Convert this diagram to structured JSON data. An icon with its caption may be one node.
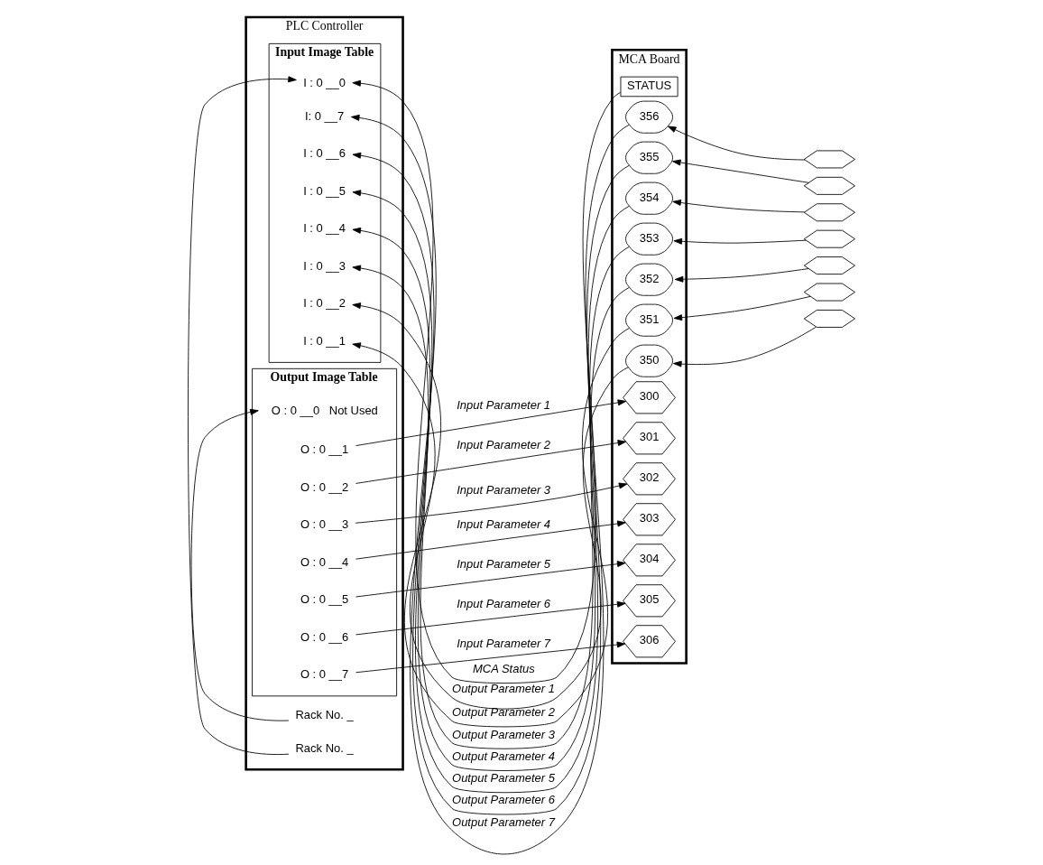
{
  "diagram": {
    "nodes": [
      {
        "text": [
          "PLC Controller"
        ]
      },
      {
        "text": [
          "Output Image Table"
        ],
        "in": 0
      },
      {
        "text": [
          "Rack No. _"
        ],
        "in": 0
      },
      {
        "text": [
          "O : 0 __0"
        ],
        "in": 1,
        "beside": [
          "Not Used"
        ]
      },
      {
        "text": [
          "O : 0 __1"
        ],
        "in": 1
      },
      {
        "text": [
          "O : 0 __2"
        ],
        "in": 1
      },
      {
        "text": [
          "O : 0 __3"
        ],
        "in": 1
      },
      {
        "text": [
          "O : 0 __4"
        ],
        "in": 1
      },
      {
        "text": [
          "O : 0 __5"
        ],
        "in": 1
      },
      {
        "text": [
          "O : 0 __6"
        ],
        "in": 1
      },
      {
        "text": [
          "O : 0 __7"
        ],
        "in": 1
      },
      {
        "text": [
          "MCA Board"
        ]
      },
      {
        "text": [
          "300"
        ],
        "in": 11
      },
      {
        "text": [
          "301"
        ],
        "in": 11
      },
      {
        "text": [
          "302"
        ],
        "in": 11
      },
      {
        "text": [
          "303"
        ],
        "in": 11
      },
      {
        "text": [
          "304"
        ],
        "in": 11
      },
      {
        "text": [
          "305"
        ],
        "in": 11
      },
      {
        "text": [
          "306"
        ],
        "in": 11
      },
      {
        "text": [
          "Input Image Table"
        ],
        "in": 0
      },
      {
        "text": [
          "Rack No. _"
        ],
        "in": 0
      },
      {
        "text": [
          "I : 0 __0"
        ],
        "in": 19
      },
      {
        "text": [
          "I : 0 __1"
        ],
        "in": 19
      },
      {
        "text": [
          "I : 0 __2"
        ],
        "in": 19
      },
      {
        "text": [
          "I : 0 __3"
        ],
        "in": 19
      },
      {
        "text": [
          "I : 0 __4"
        ],
        "in": 19
      },
      {
        "text": [
          "I : 0 __5"
        ],
        "in": 19
      },
      {
        "text": [
          "I : 0 __6"
        ],
        "in": 19
      },
      {
        "text": [
          "I: 0 __7"
        ],
        "in": 19
      },
      {
        "text": [
          "STATUS"
        ],
        "in": 11
      },
      {
        "text": [
          "350"
        ],
        "in": 11
      },
      {
        "text": [
          "351"
        ],
        "in": 11
      },
      {
        "text": [
          "352"
        ],
        "in": 11
      },
      {
        "text": [
          "353"
        ],
        "in": 11
      },
      {
        "text": [
          "354"
        ],
        "in": 11
      },
      {
        "text": [
          "355"
        ],
        "in": 11
      },
      {
        "text": [
          "356"
        ],
        "in": 11
      },
      {
        "text": [],
        "shape": "hexagon"
      },
      {
        "text": [],
        "shape": "hexagon"
      },
      {
        "text": [],
        "shape": "hexagon"
      },
      {
        "text": [],
        "shape": "hexagon"
      },
      {
        "text": [],
        "shape": "hexagon"
      },
      {
        "text": [],
        "shape": "hexagon"
      },
      {
        "text": [],
        "shape": "hexagon"
      }
    ],
    "edges": [
      {
        "from": 2,
        "to": 3,
        "arrow": "to"
      },
      {
        "from": 4,
        "to": 12,
        "arrow": "to",
        "label": "Input Parameter 1"
      },
      {
        "from": 5,
        "to": 13,
        "arrow": "to",
        "label": "Input Parameter 2"
      },
      {
        "from": 6,
        "to": 14,
        "arrow": "to",
        "label": "Input Parameter 3"
      },
      {
        "from": 7,
        "to": 15,
        "arrow": "to",
        "label": "Input Parameter 4"
      },
      {
        "from": 8,
        "to": 16,
        "arrow": "to",
        "label": "Input Parameter 5"
      },
      {
        "from": 9,
        "to": 17,
        "arrow": "to",
        "label": "Input Parameter 6"
      },
      {
        "from": 10,
        "to": 18,
        "arrow": "to",
        "label": "Input Parameter 7"
      },
      {
        "from": 20,
        "to": 21,
        "arrow": "to"
      },
      {
        "from": 29,
        "to": 21,
        "arrow": "to",
        "label": "MCA Status"
      },
      {
        "from": 30,
        "to": 22,
        "arrow": "to",
        "label": "Output Parameter 1"
      },
      {
        "from": 31,
        "to": 23,
        "arrow": "to",
        "label": "Output Parameter 2"
      },
      {
        "from": 32,
        "to": 24,
        "arrow": "to",
        "label": "Output Parameter 3"
      },
      {
        "from": 33,
        "to": 25,
        "arrow": "to",
        "label": "Output Parameter 4"
      },
      {
        "from": 34,
        "to": 26,
        "arrow": "to",
        "label": "Output Parameter 5"
      },
      {
        "from": 35,
        "to": 27,
        "arrow": "to",
        "label": "Output Parameter 6"
      },
      {
        "from": 36,
        "to": 28,
        "arrow": "to",
        "label": "Output Parameter 7"
      },
      {
        "from": 37,
        "to": 30,
        "arrow": "to"
      },
      {
        "from": 38,
        "to": 31,
        "arrow": "to"
      },
      {
        "from": 39,
        "to": 32,
        "arrow": "to"
      },
      {
        "from": 40,
        "to": 33,
        "arrow": "to"
      },
      {
        "from": 41,
        "to": 34,
        "arrow": "to"
      },
      {
        "from": 42,
        "to": 35,
        "arrow": "to"
      },
      {
        "from": 43,
        "to": 36,
        "arrow": "to"
      }
    ]
  }
}
